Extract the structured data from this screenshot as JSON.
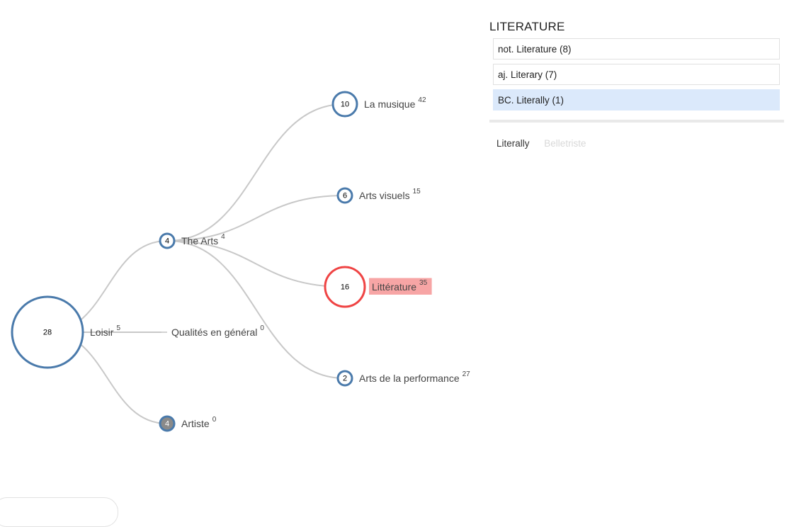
{
  "tree": {
    "nodes": [
      {
        "id": "root",
        "count": "28",
        "label": "Loisir",
        "sup": "5",
        "state": "normal"
      },
      {
        "id": "arts",
        "count": "4",
        "label": "The Arts",
        "sup": "4",
        "state": "normal"
      },
      {
        "id": "qualites",
        "count": "",
        "label": "Qualités en général",
        "sup": "0",
        "state": "empty"
      },
      {
        "id": "artiste",
        "count": "4",
        "label": "Artiste",
        "sup": "0",
        "state": "leaf"
      },
      {
        "id": "musique",
        "count": "10",
        "label": "La musique",
        "sup": "42",
        "state": "normal"
      },
      {
        "id": "visuels",
        "count": "6",
        "label": "Arts visuels",
        "sup": "15",
        "state": "normal"
      },
      {
        "id": "litterature",
        "count": "16",
        "label": "Littérature",
        "sup": "35",
        "state": "selected"
      },
      {
        "id": "performance",
        "count": "2",
        "label": "Arts de la performance",
        "sup": "27",
        "state": "normal"
      }
    ],
    "links": [
      [
        "root",
        "arts"
      ],
      [
        "root",
        "qualites"
      ],
      [
        "root",
        "artiste"
      ],
      [
        "arts",
        "musique"
      ],
      [
        "arts",
        "visuels"
      ],
      [
        "arts",
        "litterature"
      ],
      [
        "arts",
        "performance"
      ]
    ],
    "colors": {
      "node_stroke": "#4a7aab",
      "selected_stroke": "#ef4444",
      "label_highlight": "#f7a5a5",
      "leaf_fill": "#8a8a8a",
      "link": "#c8c8c8"
    }
  },
  "panel": {
    "title": "LITERATURE",
    "senses": [
      {
        "label": "not. Literature (8)",
        "active": false
      },
      {
        "label": "aj. Literary (7)",
        "active": false
      },
      {
        "label": "BC. Literally (1)",
        "active": true
      }
    ],
    "synonyms": [
      {
        "label": "Literally",
        "muted": false
      },
      {
        "label": "Belletriste",
        "muted": true
      }
    ],
    "colors": {
      "active_sense": "#dbe9fb"
    }
  }
}
